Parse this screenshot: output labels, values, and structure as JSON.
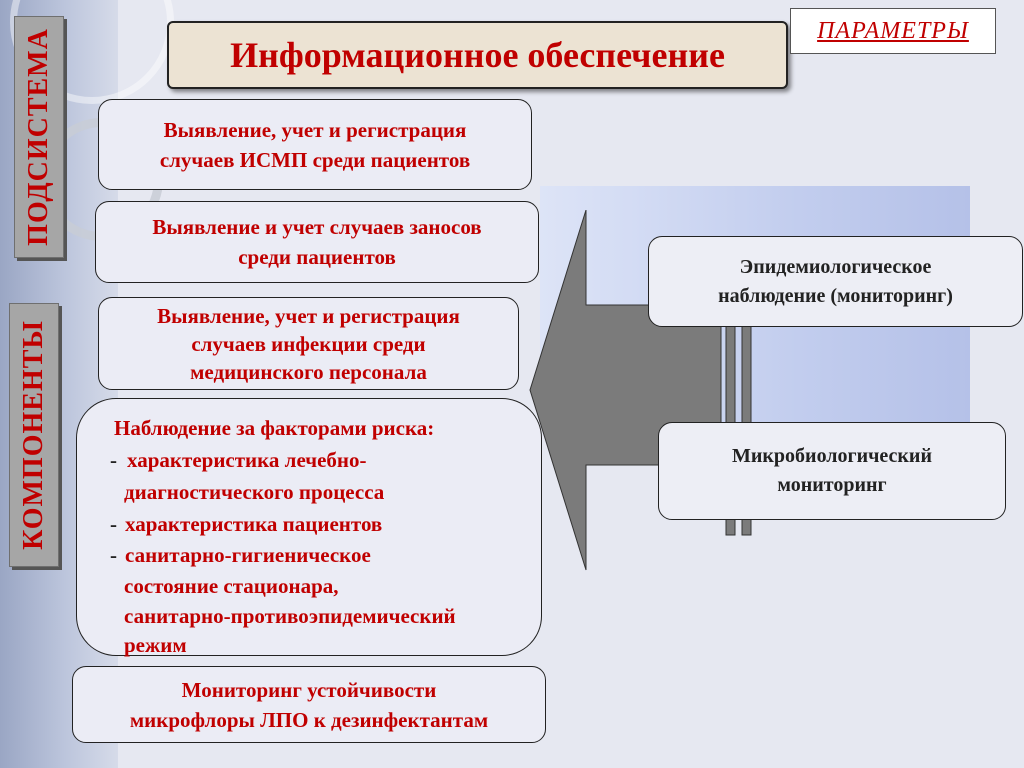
{
  "side_labels": {
    "subsystem": "ПОДСИСТЕМА",
    "components": "КОМПОНЕНТЫ"
  },
  "title": "Информационное обеспечение",
  "parameters": "ПАРАМЕТРЫ",
  "left_boxes": [
    {
      "lines": [
        "Выявление, учет и регистрация",
        "случаев ИСМП среди пациентов"
      ]
    },
    {
      "lines": [
        "Выявление и учет случаев заносов",
        "среди пациентов"
      ]
    },
    {
      "lines": [
        "Выявление, учет и регистрация",
        "случаев инфекции среди",
        "медицинского персонала"
      ]
    }
  ],
  "risk_box": {
    "heading": "Наблюдение за факторами риска:",
    "items": [
      {
        "dash": "-",
        "lines": [
          "характеристика лечебно-",
          "диагностического процесса"
        ]
      },
      {
        "dash": "-",
        "lines": [
          "характеристика пациентов"
        ]
      },
      {
        "dash": "-",
        "lines": [
          "санитарно-гигиеническое",
          "состояние стационара,",
          "санитарно-противоэпидемический",
          "режим"
        ]
      }
    ]
  },
  "bottom_box": {
    "lines": [
      "Мониторинг устойчивости",
      "микрофлоры ЛПО к дезинфектантам"
    ]
  },
  "right_boxes": [
    {
      "lines": [
        "Эпидемиологическое",
        "наблюдение (мониторинг)"
      ]
    },
    {
      "lines": [
        "Микробиологический",
        "мониторинг"
      ]
    }
  ],
  "colors": {
    "accent_text": "#c00000",
    "arrow_fill": "#7b7b7b"
  }
}
